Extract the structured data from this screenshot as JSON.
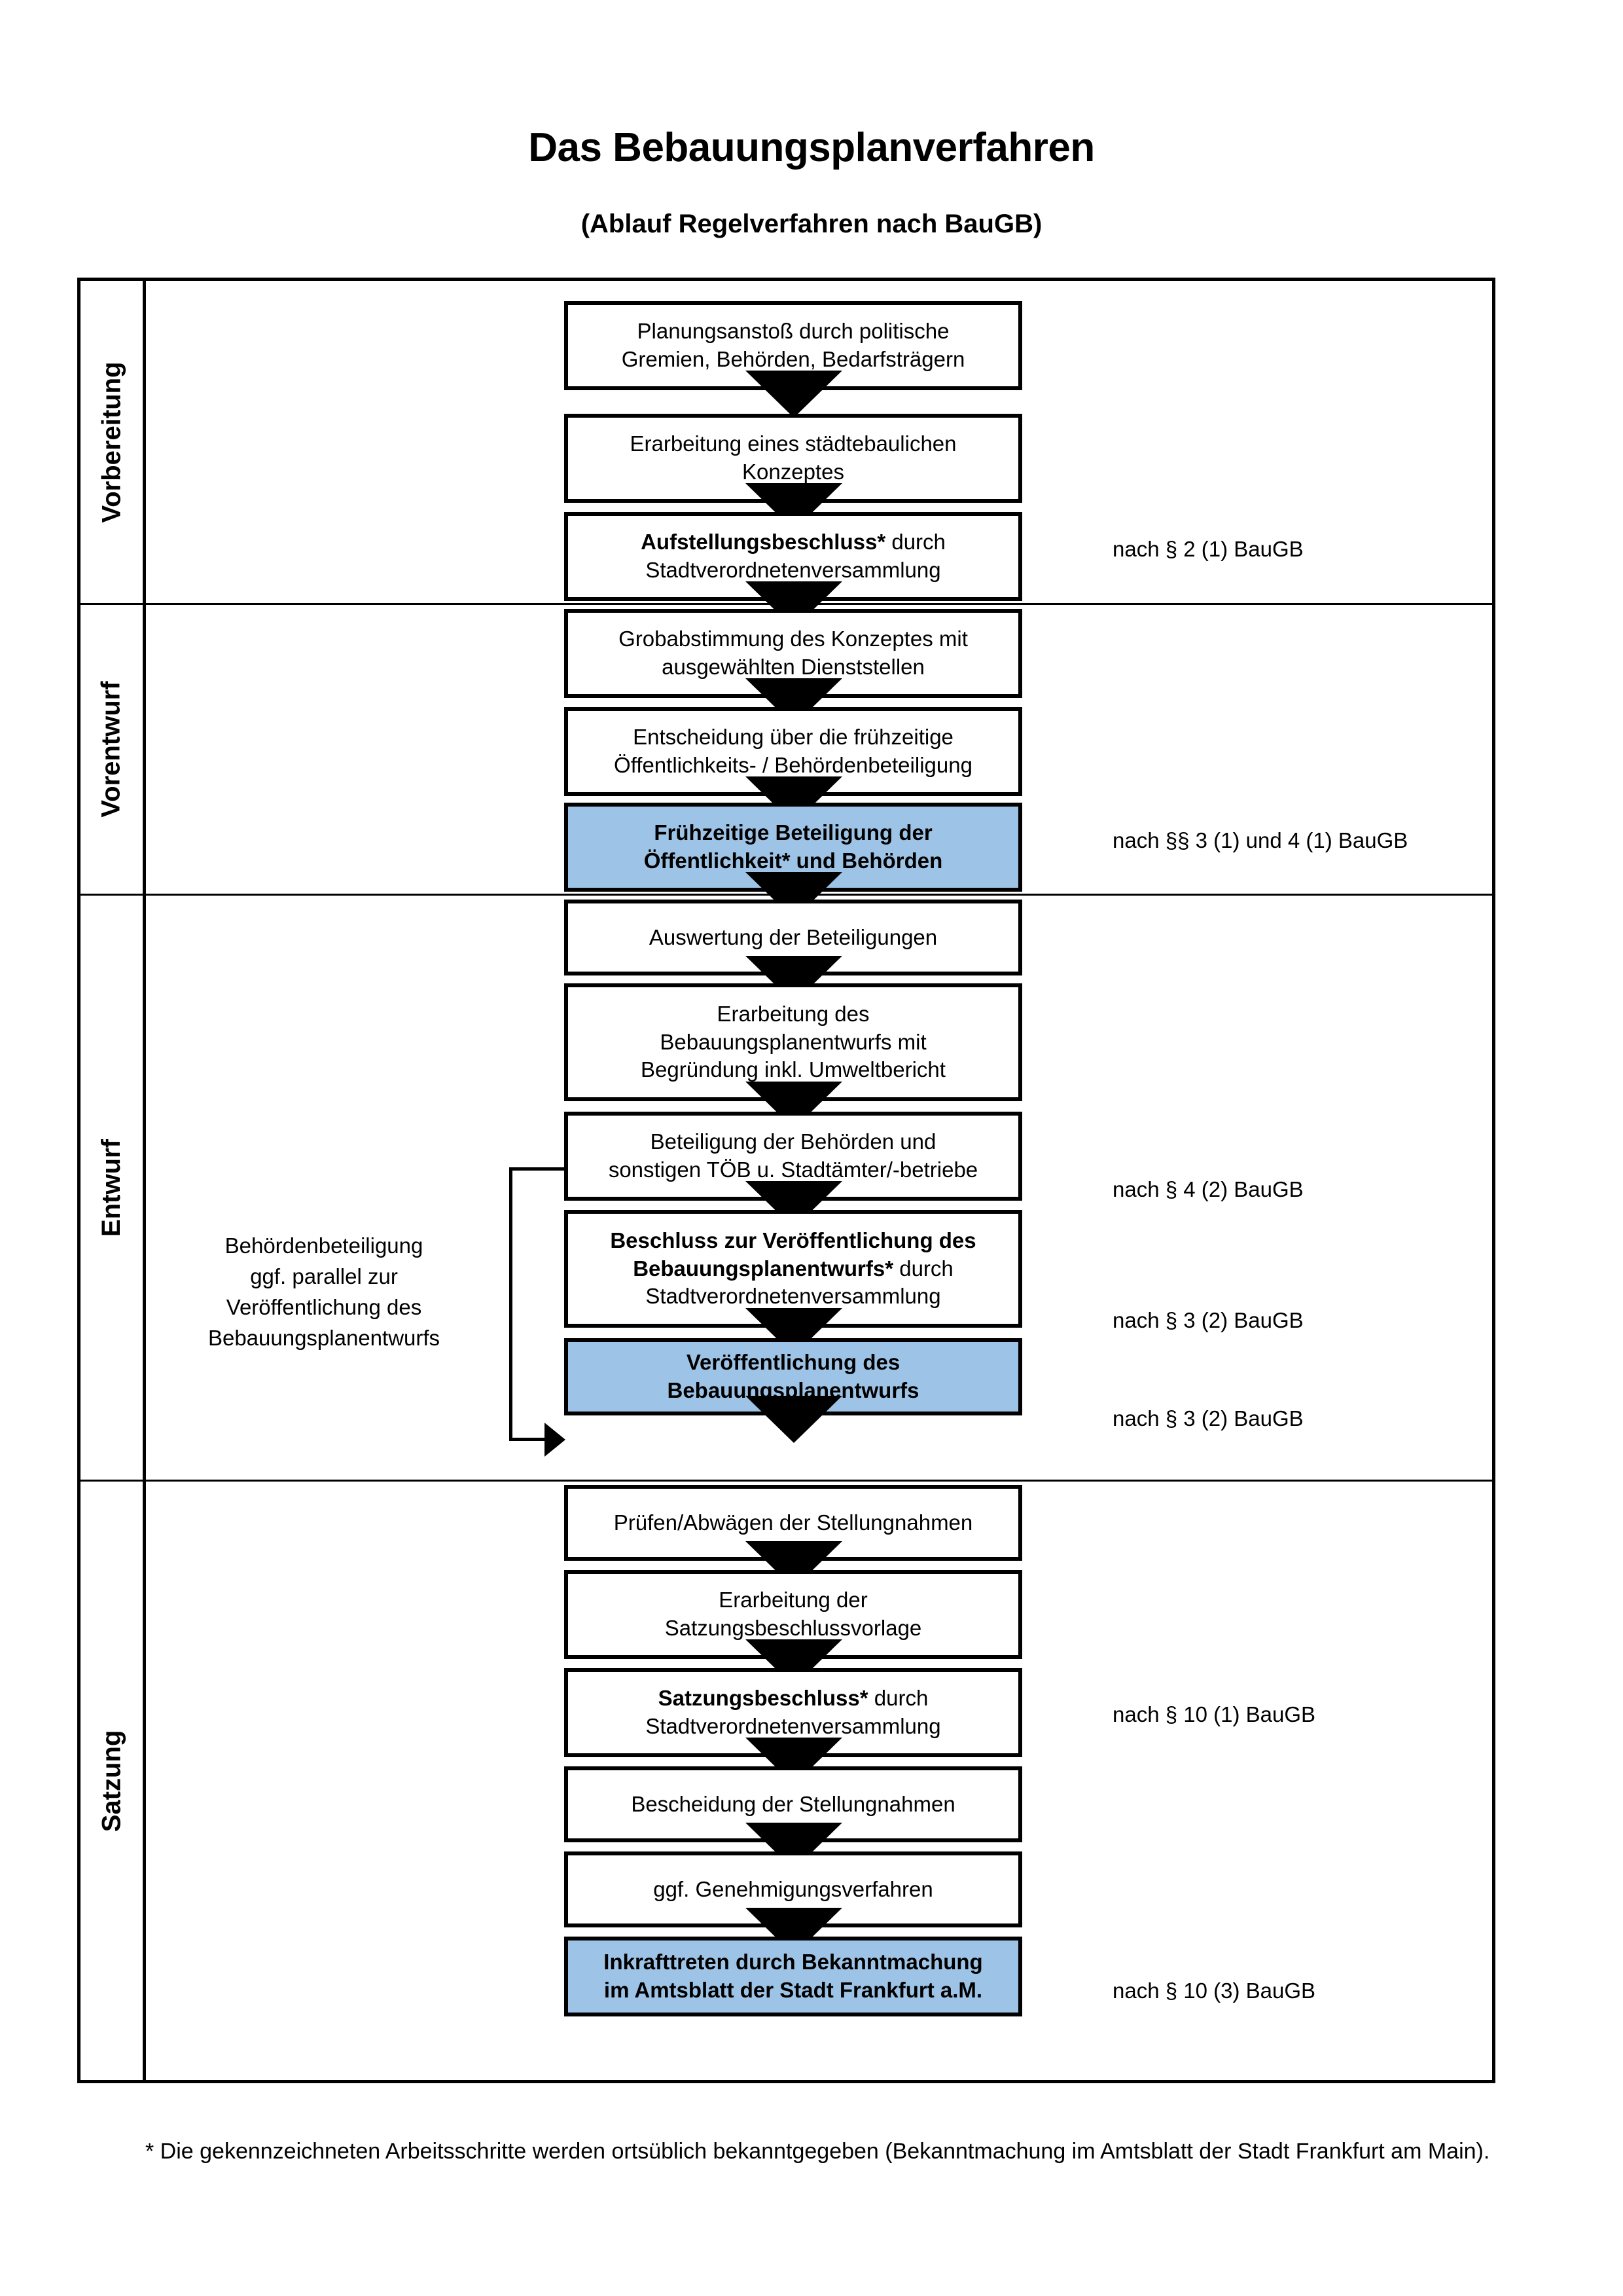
{
  "header": {
    "title": "Das Bebauungsplanverfahren",
    "subtitle": "(Ablauf Regelverfahren nach BauGB)"
  },
  "phases": [
    {
      "label": "Vorbereitung"
    },
    {
      "label": "Vorentwurf"
    },
    {
      "label": "Entwurf"
    },
    {
      "label": "Satzung"
    }
  ],
  "steps": [
    {
      "id": "planungsanstoss",
      "line1": "Planungsanstoß durch politische",
      "line2": "Gremien, Behörden, Bedarfsträgern",
      "highlighted": false
    },
    {
      "id": "konzept",
      "line1": "Erarbeitung eines städtebaulichen",
      "line2": "Konzeptes",
      "highlighted": false
    },
    {
      "id": "aufstellungsbeschluss",
      "bold1": "Aufstellungsbeschluss*",
      "rest1": " durch",
      "line2": "Stadtverordnetenversammlung",
      "highlighted": false
    },
    {
      "id": "grobabstimmung",
      "line1": "Grobabstimmung des Konzeptes mit",
      "line2": "ausgewählten Dienststellen",
      "highlighted": false
    },
    {
      "id": "entscheidung-fruehzeitig",
      "line1": "Entscheidung über die frühzeitige",
      "line2": "Öffentlichkeits- / Behördenbeteiligung",
      "highlighted": false
    },
    {
      "id": "fruehzeitige-beteiligung",
      "line1": "Frühzeitige Beteiligung der",
      "line2": "Öffentlichkeit* und Behörden",
      "highlighted": true
    },
    {
      "id": "auswertung",
      "line1": "Auswertung der Beteiligungen",
      "highlighted": false
    },
    {
      "id": "erarbeitung-entwurf",
      "line1": "Erarbeitung des",
      "line2": "Bebauungsplanentwurfs mit",
      "line3": "Begründung inkl. Umweltbericht",
      "highlighted": false
    },
    {
      "id": "beteiligung-behoerden",
      "line1": "Beteiligung der Behörden und",
      "line2": "sonstigen TÖB u. Stadtämter/-betriebe",
      "highlighted": false
    },
    {
      "id": "beschluss-veroeffentlichung",
      "bold1": "Beschluss zur Veröffentlichung des",
      "bold2": "Bebauungsplanentwurfs*",
      "rest2": " durch",
      "line3": "Stadtverordnetenversammlung",
      "highlighted": false
    },
    {
      "id": "veroeffentlichung",
      "line1": "Veröffentlichung des",
      "line2": "Bebauungsplanentwurfs",
      "highlighted": true
    },
    {
      "id": "pruefen-abwaegen",
      "line1": "Prüfen/Abwägen der Stellungnahmen",
      "highlighted": false
    },
    {
      "id": "satzungsbeschlussvorlage",
      "line1": "Erarbeitung der",
      "line2": "Satzungsbeschlussvorlage",
      "highlighted": false
    },
    {
      "id": "satzungsbeschluss",
      "bold1": "Satzungsbeschluss*",
      "rest1": " durch",
      "line2": "Stadtverordnetenversammlung",
      "highlighted": false
    },
    {
      "id": "bescheidung",
      "line1": "Bescheidung der Stellungnahmen",
      "highlighted": false
    },
    {
      "id": "genehmigungsverfahren",
      "line1": "ggf. Genehmigungsverfahren",
      "highlighted": false
    },
    {
      "id": "inkrafttreten",
      "bold1": "Inkrafttreten",
      "rest1": " durch Bekanntmachung",
      "line2": "im Amtsblatt der Stadt Frankfurt a.M.",
      "highlighted": true
    }
  ],
  "law_refs": [
    {
      "id": "ref-2-1",
      "text": "nach § 2 (1) BauGB"
    },
    {
      "id": "ref-3-1-4-1",
      "text": "nach §§ 3 (1) und 4 (1) BauGB"
    },
    {
      "id": "ref-4-2",
      "text": "nach § 4 (2) BauGB"
    },
    {
      "id": "ref-3-2-a",
      "text": "nach § 3 (2) BauGB"
    },
    {
      "id": "ref-3-2-b",
      "text": "nach § 3 (2) BauGB"
    },
    {
      "id": "ref-10-1",
      "text": "nach § 10 (1) BauGB"
    },
    {
      "id": "ref-10-3",
      "text": "nach § 10 (3) BauGB"
    }
  ],
  "side_note": {
    "line1": "Behördenbeteiligung",
    "line2": "ggf. parallel zur",
    "line3": "Veröffentlichung des",
    "line4": "Bebauungsplanentwurfs"
  },
  "footnote": {
    "text": "* Die gekennzeichneten Arbeitsschritte werden ortsüblich bekanntgegeben (Bekanntmachung im Amtsblatt  der Stadt Frankfurt am Main)."
  },
  "colors": {
    "highlight": "#9dc3e6",
    "band_vorbereitung": "#f2f2f2",
    "band_vorentwurf": "#e8e8e8",
    "band_entwurf": "#d9d9d9",
    "band_satzung": "#bfbfbf",
    "stroke": "#000000"
  }
}
